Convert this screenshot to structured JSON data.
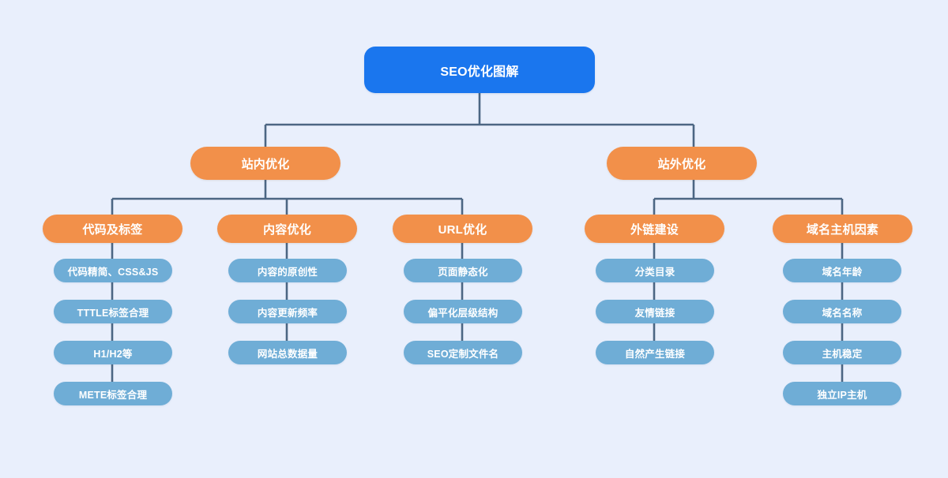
{
  "diagram": {
    "title": "SEO优化图解",
    "background_color": "#e9effc",
    "colors": {
      "root": "#1a76ee",
      "branch": "#f2904a",
      "category": "#f2904a",
      "leaf": "#6fadd6",
      "edge": "#4c6683",
      "text": "#ffffff"
    },
    "root": {
      "label": "SEO优化图解"
    },
    "branches": [
      {
        "label": "站内优化"
      },
      {
        "label": "站外优化"
      }
    ],
    "categories": [
      {
        "label": "代码及标签",
        "branch": "站内优化",
        "items": [
          {
            "label": "代码精简、CSS&JS"
          },
          {
            "label": "TTTLE标签合理"
          },
          {
            "label": "H1/H2等"
          },
          {
            "label": "METE标签合理"
          }
        ]
      },
      {
        "label": "内容优化",
        "branch": "站内优化",
        "items": [
          {
            "label": "内容的原创性"
          },
          {
            "label": "内容更新频率"
          },
          {
            "label": "网站总数据量"
          }
        ]
      },
      {
        "label": "URL优化",
        "branch": "站内优化",
        "items": [
          {
            "label": "页面静态化"
          },
          {
            "label": "偏平化层级结构"
          },
          {
            "label": "SEO定制文件名"
          }
        ]
      },
      {
        "label": "外链建设",
        "branch": "站外优化",
        "items": [
          {
            "label": "分类目录"
          },
          {
            "label": "友情链接"
          },
          {
            "label": "自然产生链接"
          }
        ]
      },
      {
        "label": "域名主机因素",
        "branch": "站外优化",
        "items": [
          {
            "label": "域名年龄"
          },
          {
            "label": "域名名称"
          },
          {
            "label": "主机稳定"
          },
          {
            "label": "独立IP主机"
          }
        ]
      }
    ]
  }
}
